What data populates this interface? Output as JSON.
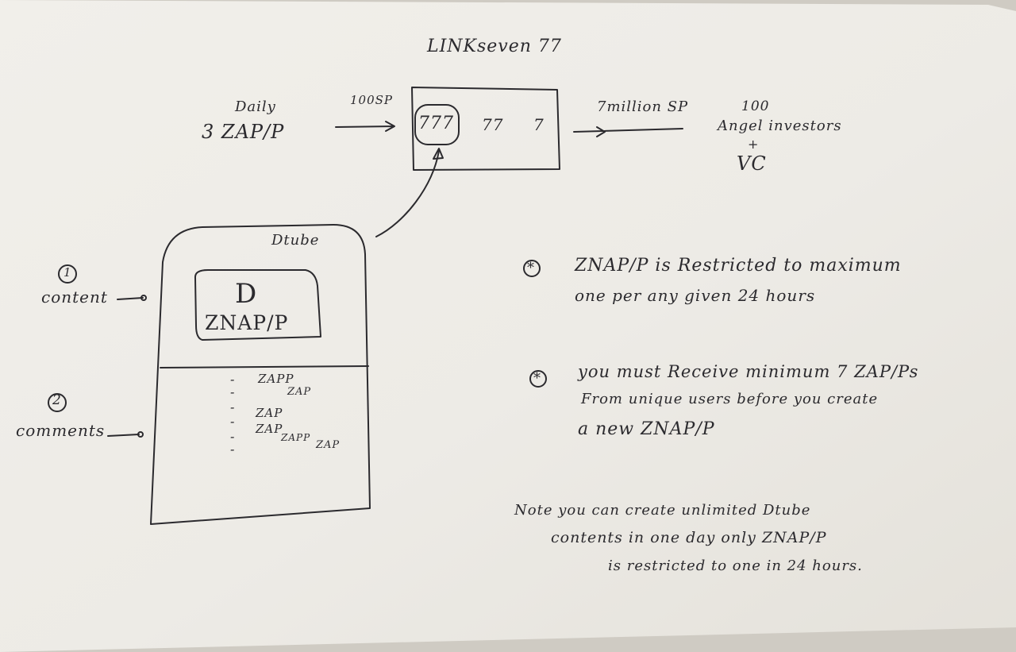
{
  "top": {
    "title": "LINKseven 77",
    "daily_label": "Daily",
    "daily_value": "3 ZAP/P",
    "in_arrow_label": "100SP",
    "box_values": [
      "777",
      "77",
      "7"
    ],
    "out_arrow_label": "7million SP",
    "investors_count": "100",
    "investors_label": "Angel investors",
    "plus": "+",
    "vc": "VC"
  },
  "dtube": {
    "title": "Dtube",
    "logo": "D",
    "znap_label": "ZNAP/P",
    "content_number": "1",
    "content_label": "content",
    "comments_number": "2",
    "comments_label": "comments",
    "comment_dashes": [
      "-",
      "-",
      "-",
      "-",
      "-",
      "-"
    ],
    "comments": [
      "ZAPP",
      "ZAP",
      "ZAP",
      "ZAP",
      "ZAPP",
      "ZAP"
    ]
  },
  "notes": {
    "rule1_marker": "*",
    "rule1_line1": "ZNAP/P  is Restricted  to maximum",
    "rule1_line2": "one  per  any  given  24  hours",
    "rule2_marker": "*",
    "rule2_line1": "you must  Receive  minimum  7 ZAP/Ps",
    "rule2_line2": "From  unique users  before  you  create",
    "rule2_line3": "a  new  ZNAP/P",
    "note_line1": "Note  you  can  create  unlimited  Dtube",
    "note_line2": "contents  in  one day  only  ZNAP/P",
    "note_line3": "is  restricted  to  one  in  24  hours."
  }
}
